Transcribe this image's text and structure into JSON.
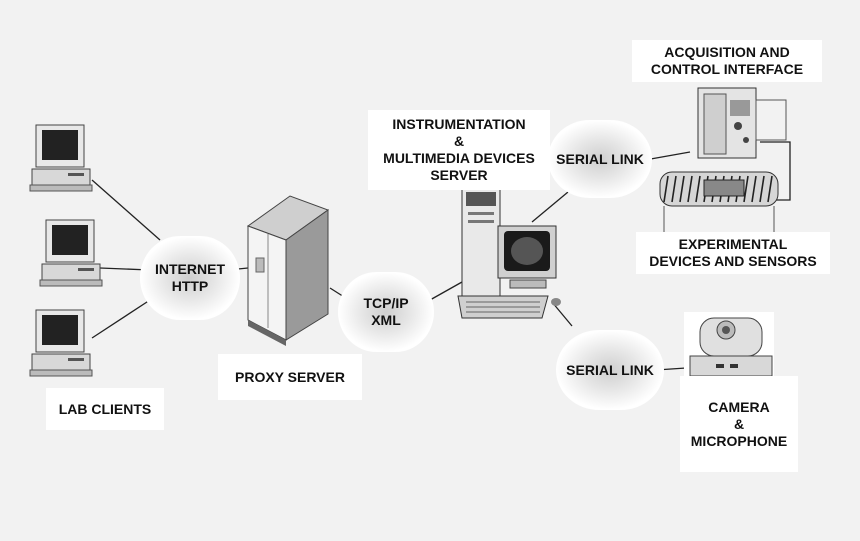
{
  "labels": {
    "lab_clients": "LAB CLIENTS",
    "internet": [
      "INTERNET",
      "HTTP"
    ],
    "proxy_server": "PROXY SERVER",
    "tcpip": [
      "TCP/IP",
      "XML"
    ],
    "instrumentation": [
      "INSTRUMENTATION",
      "&",
      "MULTIMEDIA DEVICES",
      "SERVER"
    ],
    "serial_link_top": "SERIAL LINK",
    "serial_link_bottom": "SERIAL LINK",
    "acquisition": [
      "ACQUISITION AND",
      "CONTROL INTERFACE"
    ],
    "experimental": [
      "EXPERIMENTAL",
      "DEVICES AND SENSORS"
    ],
    "camera": [
      "CAMERA",
      "&",
      "MICROPHONE"
    ]
  },
  "icons": {
    "client_pc_1": "desktop-computer-icon",
    "client_pc_2": "desktop-computer-icon",
    "client_pc_3": "desktop-computer-icon",
    "proxy_server": "server-tower-icon",
    "instrument_server": "workstation-icon",
    "acquisition_device": "acquisition-rack-icon",
    "experimental_devices": "sensor-coil-icon",
    "camera": "camera-icon"
  }
}
